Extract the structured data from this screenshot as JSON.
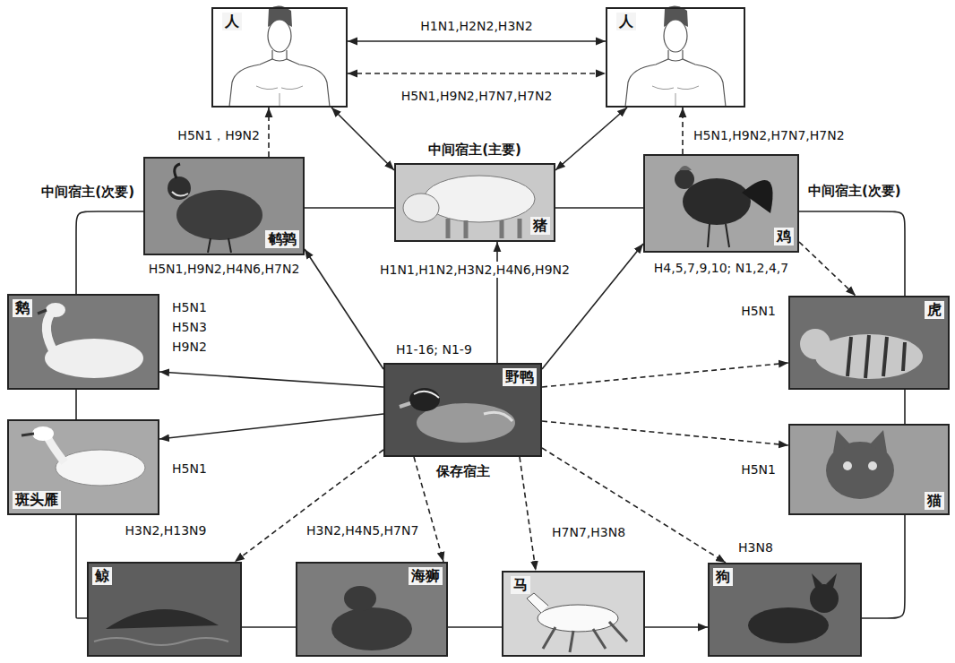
{
  "diagram": {
    "nodes": [
      {
        "text": [
          "人"
        ]
      },
      {
        "text": [
          "人"
        ]
      },
      {
        "text": [
          "中间宿主(次要)",
          "鹌鹑",
          "H5N1,H9N2,H4N6,H7N2"
        ]
      },
      {
        "text": [
          "中间宿主(主要)",
          "猪",
          "H1N1,H1N2,H3N2,H4N6,H9N2"
        ]
      },
      {
        "text": [
          "中间宿主(次要)",
          "鸡",
          "H4,5,7,9,10; N1,2,4,7"
        ]
      },
      {
        "text": [
          "鹅",
          "H5N1 H5N3 H9N2"
        ]
      },
      {
        "text": [
          "虎",
          "H5N1"
        ]
      },
      {
        "text": [
          "野鸭",
          "H1-16; N1-9",
          "保存宿主"
        ]
      },
      {
        "text": [
          "斑头雁",
          "H5N1"
        ]
      },
      {
        "text": [
          "猫",
          "H5N1"
        ]
      },
      {
        "text": [
          "鲸",
          "H3N2,H13N9"
        ]
      },
      {
        "text": [
          "海狮",
          "H3N2,H4N5,H7N7"
        ]
      },
      {
        "text": [
          "马",
          "H7N7,H3N8"
        ]
      },
      {
        "text": [
          "狗",
          "H3N8"
        ]
      }
    ],
    "edges": [
      {
        "from": 0,
        "to": 1,
        "arrow": "both",
        "label": "H1N1,H2N2,H3N2"
      },
      {
        "from": 0,
        "to": 1,
        "arrow": "both",
        "label": "H5N1,H9N2,H7N7,H7N2"
      },
      {
        "from": 2,
        "to": 0,
        "arrow": "to",
        "label": "H5N1，H9N2"
      },
      {
        "from": 3,
        "to": 0,
        "arrow": "both"
      },
      {
        "from": 3,
        "to": 1,
        "arrow": "both"
      },
      {
        "from": 4,
        "to": 1,
        "arrow": "to",
        "label": "H5N1,H9N2,H7N7,H7N2"
      },
      {
        "from": 7,
        "to": 2,
        "arrow": "to"
      },
      {
        "from": 7,
        "to": 3,
        "arrow": "to"
      },
      {
        "from": 7,
        "to": 4,
        "arrow": "to"
      },
      {
        "from": 7,
        "to": 5,
        "arrow": "to"
      },
      {
        "from": 7,
        "to": 8,
        "arrow": "to"
      },
      {
        "from": 7,
        "to": 6,
        "arrow": "to"
      },
      {
        "from": 7,
        "to": 9,
        "arrow": "to"
      },
      {
        "from": 7,
        "to": 10,
        "arrow": "to"
      },
      {
        "from": 7,
        "to": 11,
        "arrow": "to"
      },
      {
        "from": 7,
        "to": 12,
        "arrow": "to"
      },
      {
        "from": 7,
        "to": 13,
        "arrow": "to"
      },
      {
        "from": 4,
        "to": 6,
        "arrow": "to"
      },
      {
        "from": 12,
        "to": 13,
        "arrow": "to"
      },
      {
        "from": 2,
        "to": 3,
        "arrow": "none"
      },
      {
        "from": 3,
        "to": 4,
        "arrow": "none"
      },
      {
        "from": 4,
        "to": 6,
        "arrow": "none"
      },
      {
        "from": 6,
        "to": 9,
        "arrow": "none"
      },
      {
        "from": 9,
        "to": 13,
        "arrow": "none"
      },
      {
        "from": 12,
        "to": 11,
        "arrow": "none"
      },
      {
        "from": 11,
        "to": 10,
        "arrow": "none"
      },
      {
        "from": 10,
        "to": 8,
        "arrow": "none"
      },
      {
        "from": 8,
        "to": 5,
        "arrow": "none"
      },
      {
        "from": 5,
        "to": 2,
        "arrow": "none"
      }
    ]
  }
}
